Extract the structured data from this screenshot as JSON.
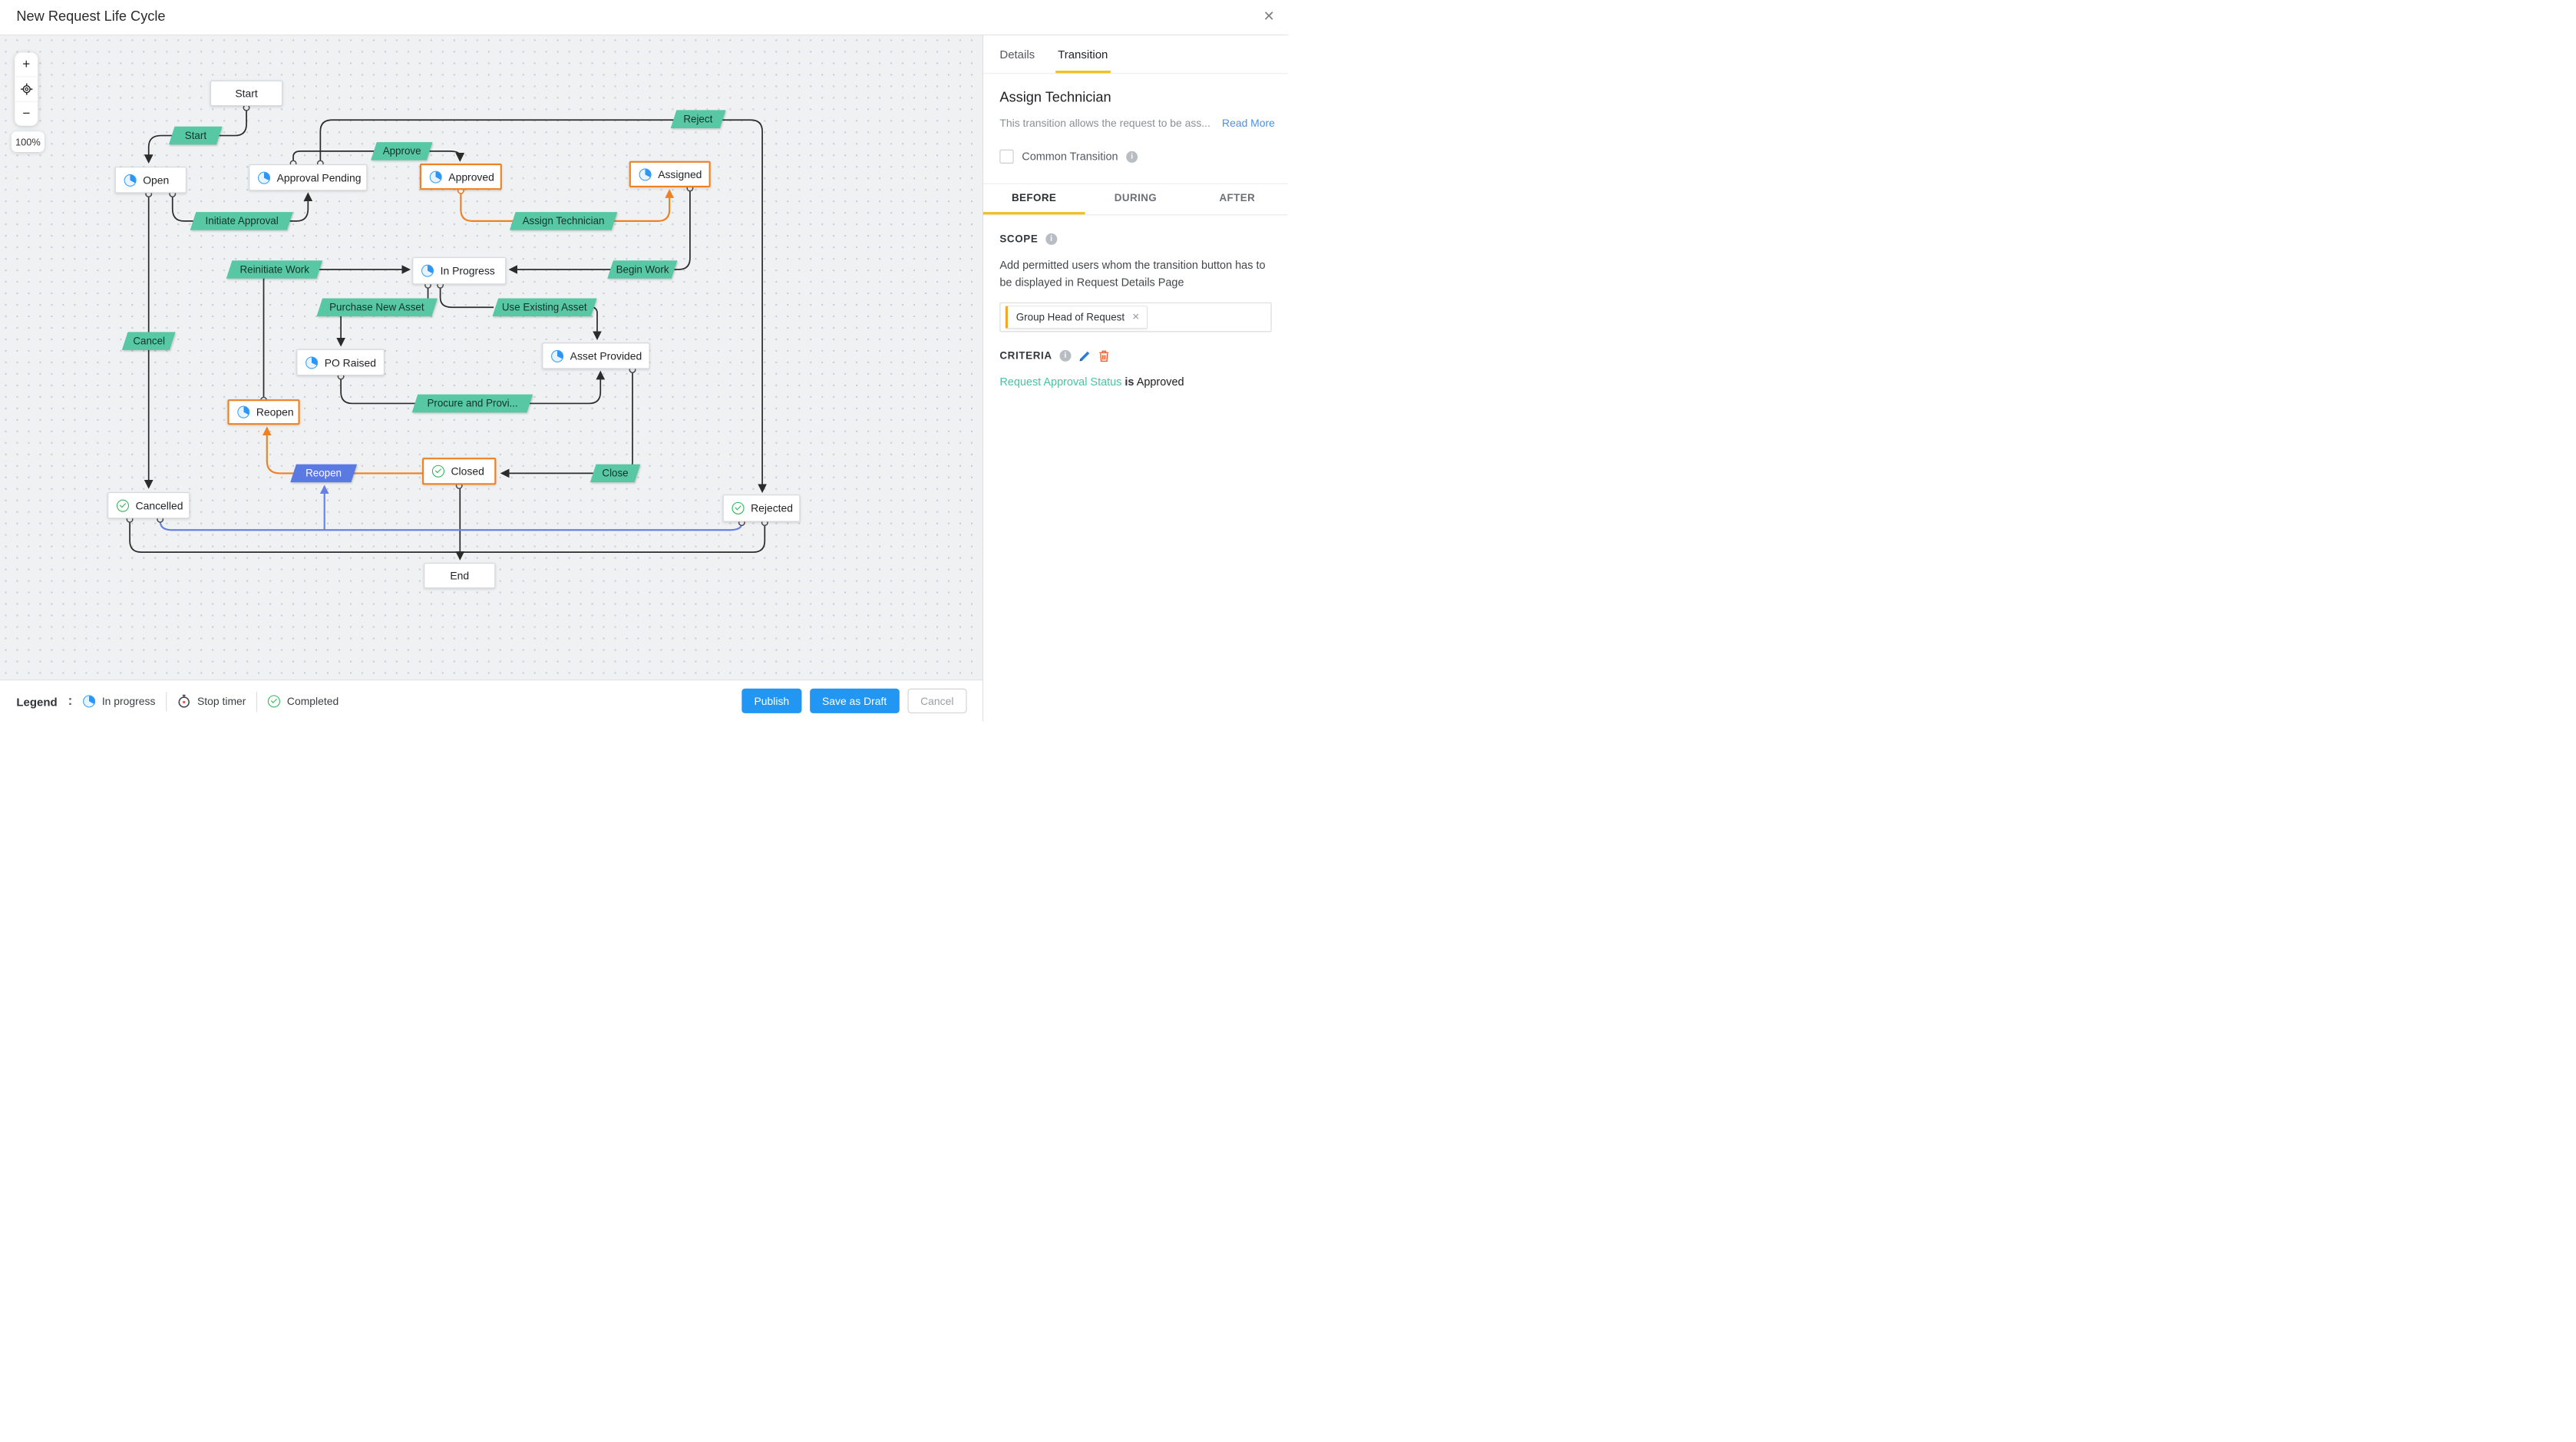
{
  "header": {
    "title": "New Request Life Cycle",
    "close_glyph": "✕"
  },
  "canvas": {
    "zoom_controls": {
      "zoom_in": "+",
      "zoom_out": "−",
      "zoom_level": "100%"
    },
    "nodes": [
      {
        "id": "start",
        "label": "Start",
        "icon": "none"
      },
      {
        "id": "open",
        "label": "Open",
        "icon": "in-progress"
      },
      {
        "id": "approval-pending",
        "label": "Approval Pending",
        "icon": "in-progress"
      },
      {
        "id": "approved",
        "label": "Approved",
        "icon": "in-progress",
        "selected": true
      },
      {
        "id": "assigned",
        "label": "Assigned",
        "icon": "in-progress",
        "selected": true
      },
      {
        "id": "in-progress",
        "label": "In Progress",
        "icon": "in-progress"
      },
      {
        "id": "po-raised",
        "label": "PO Raised",
        "icon": "in-progress"
      },
      {
        "id": "asset-provided",
        "label": "Asset Provided",
        "icon": "in-progress"
      },
      {
        "id": "reopen",
        "label": "Reopen",
        "icon": "in-progress",
        "selected": true
      },
      {
        "id": "closed",
        "label": "Closed",
        "icon": "completed",
        "selected": true
      },
      {
        "id": "cancelled",
        "label": "Cancelled",
        "icon": "completed"
      },
      {
        "id": "rejected",
        "label": "Rejected",
        "icon": "completed"
      },
      {
        "id": "end",
        "label": "End",
        "icon": "none"
      }
    ],
    "transitions": [
      {
        "label": "Start"
      },
      {
        "label": "Approve"
      },
      {
        "label": "Reject"
      },
      {
        "label": "Initiate Approval"
      },
      {
        "label": "Assign Technician",
        "highlighted": true
      },
      {
        "label": "Reinitiate Work"
      },
      {
        "label": "Begin Work"
      },
      {
        "label": "Purchase New Asset"
      },
      {
        "label": "Use Existing Asset"
      },
      {
        "label": "Cancel"
      },
      {
        "label": "Procure and Provi..."
      },
      {
        "label": "Reopen",
        "style": "selected-blue"
      },
      {
        "label": "Close"
      }
    ]
  },
  "panel": {
    "tabs": [
      {
        "label": "Details"
      },
      {
        "label": "Transition",
        "active": true
      }
    ],
    "title": "Assign Technician",
    "description": "This transition allows the request to be ass...",
    "read_more": "Read More",
    "common_transition_label": "Common Transition",
    "common_transition_checked": false,
    "phase_tabs": [
      "BEFORE",
      "DURING",
      "AFTER"
    ],
    "active_phase_tab": "BEFORE",
    "scope": {
      "heading": "SCOPE",
      "description": "Add permitted users whom the transition button has to be displayed in Request Details Page",
      "chip": "Group Head of Request",
      "chip_remove_glyph": "✕"
    },
    "criteria": {
      "heading": "CRITERIA",
      "field": "Request Approval Status",
      "operator": "is",
      "value": "Approved"
    }
  },
  "footer": {
    "legend_label": "Legend",
    "legend_separator": ":",
    "legend_items": [
      {
        "label": "In progress",
        "icon": "in-progress-icon"
      },
      {
        "label": "Stop timer",
        "icon": "stop-timer-icon"
      },
      {
        "label": "Completed",
        "icon": "completed-icon"
      }
    ],
    "buttons": [
      {
        "label": "Publish",
        "style": "primary"
      },
      {
        "label": "Save as Draft",
        "style": "primary"
      },
      {
        "label": "Cancel",
        "style": "secondary"
      }
    ]
  },
  "colors": {
    "transition_green": "#58c8a4",
    "selected_orange": "#ee8122",
    "selected_blue_label": "#5b79e2",
    "edge_blue": "#6680e6",
    "tab_underline_yellow": "#f2c01d",
    "primary_button_blue": "#2196f3",
    "criteria_field_green": "#4ec1a0",
    "in_progress_icon_blue": "#3aa0f6",
    "completed_icon_green": "#2db557",
    "delete_icon_red": "#f05b2e"
  }
}
